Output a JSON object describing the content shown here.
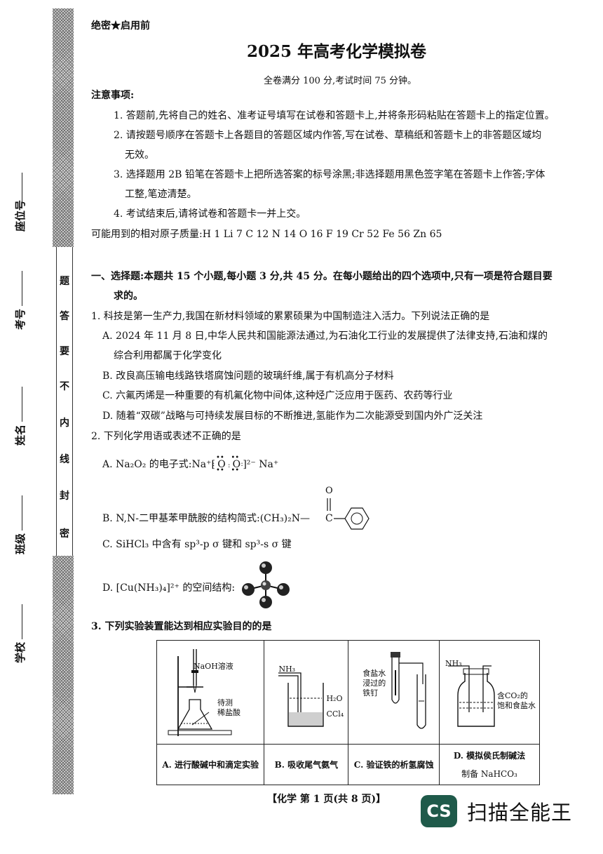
{
  "header": {
    "secret_label": "绝密★启用前",
    "title": "2025 年高考化学模拟卷",
    "subtitle": "全卷满分 100 分,考试时间 75 分钟。"
  },
  "notice": {
    "heading": "注意事项:",
    "items": [
      "1. 答题前,先将自己的姓名、准考证号填写在试卷和答题卡上,并将条形码粘贴在答题卡上的指定位置。",
      "2. 请按题号顺序在答题卡上各题目的答题区域内作答,写在试卷、草稿纸和答题卡上的非答题区域均",
      "无效。",
      "3. 选择题用 2B 铅笔在答题卡上把所选答案的标号涂黑;非选择题用黑色签字笔在答题卡上作答;字体",
      "工整,笔迹清楚。",
      "4. 考试结束后,请将试卷和答题卡一并上交。"
    ],
    "atomic_masses": "可能用到的相对原子质量:H 1   Li 7   C 12   N 14   O 16   F 19   Cr 52   Fe 56   Zn 65"
  },
  "section1": {
    "line1": "一、选择题:本题共 15 个小题,每小题 3 分,共 45 分。在每小题给出的四个选项中,只有一项是符合题目要",
    "line2": "求的。"
  },
  "q1": {
    "stem": "1. 科技是第一生产力,我国在新材料领域的累累硕果为中国制造注入活力。下列说法正确的是",
    "a1": "A. 2024 年 11 月 8 日,中华人民共和国能源法通过,为石油化工行业的发展提供了法律支持,石油和煤的",
    "a2": "综合利用都属于化学变化",
    "b": "B. 改良高压输电线路铁塔腐蚀问题的玻璃纤维,属于有机高分子材料",
    "c": "C. 六氟丙烯是一种重要的有机氟化物中间体,这种烃广泛应用于医药、农药等行业",
    "d": "D. 随着“双碳”战略与可持续发展目标的不断推进,氢能作为二次能源受到国内外广泛关注"
  },
  "q2": {
    "stem": "2. 下列化学用语或表述不正确的是",
    "a_prefix": "A. Na₂O₂ 的电子式:Na⁺[",
    "a_o1": "O",
    "a_o2": "O",
    "a_suffix": "]²⁻ Na⁺",
    "b_text": "B. N,N-二甲基苯甲酰胺的结构简式:(CH₃)₂N—",
    "b_o": "O",
    "b_c": "C",
    "c": "C. SiHCl₃ 中含有 sp³-p σ 键和 sp³-s σ 键",
    "d": "D. [Cu(NH₃)₄]²⁺ 的空间结构:"
  },
  "q3": {
    "stem": "3. 下列实验装置能达到相应实验目的的是",
    "fig_a": {
      "label1": "NaOH溶液",
      "label2": "待测",
      "label3": "稀盐酸"
    },
    "fig_b": {
      "nh3": "NH₃",
      "h2o": "H₂O",
      "ccl4": "CCl₄"
    },
    "fig_c": {
      "l1": "食盐水",
      "l2": "浸过的",
      "l3": "铁钉"
    },
    "fig_d": {
      "nh3": "NH₃",
      "l1": "含CO₂的",
      "l2": "饱和食盐水"
    },
    "captions": [
      "A. 进行酸碱中和滴定实验",
      "B. 吸收尾气氨气",
      "C. 验证铁的析氢腐蚀",
      "D. 模拟侯氏制碱法",
      "制备 NaHCO₃"
    ]
  },
  "margin": {
    "seat": "座位号",
    "exam_no": "考号",
    "name": "姓名",
    "class": "班级",
    "school": "学校",
    "seal_chars": [
      "题",
      "答",
      "要",
      "不",
      "内",
      "线",
      "封",
      "密"
    ]
  },
  "footer": "【化学   第 1 页(共 8 页)】",
  "watermark": {
    "icon": "CS",
    "name": "扫描全能王"
  }
}
